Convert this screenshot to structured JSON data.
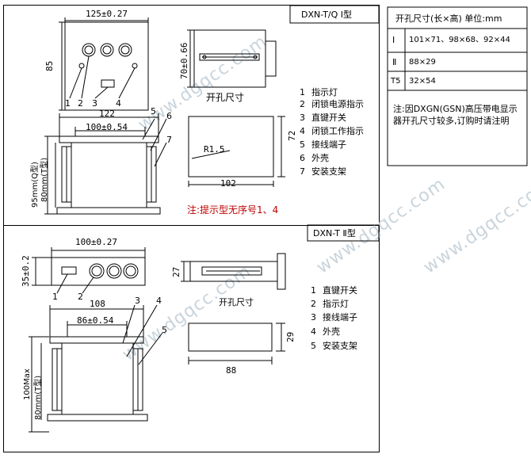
{
  "panel1": {
    "title": "DXN-T/Q Ⅰ型",
    "dims": {
      "top_width": "125±0.27",
      "left_height": "85",
      "side_height": "70±0.66",
      "mid_width": "100±0.54",
      "bottom_width": "122",
      "height_q": "95mm(Q型)",
      "height_t": "80mm(T型)"
    },
    "callouts": [
      "1",
      "2",
      "3",
      "4",
      "5",
      "6",
      "7"
    ],
    "cutout_label": "开孔尺寸",
    "cutout": {
      "width": "102",
      "height": "72",
      "radius": "R1.5"
    },
    "legend": [
      {
        "n": "1",
        "text": "指示灯"
      },
      {
        "n": "2",
        "text": "闭锁电源指示"
      },
      {
        "n": "3",
        "text": "直键开关"
      },
      {
        "n": "4",
        "text": "闭锁工作指示"
      },
      {
        "n": "5",
        "text": "接线端子"
      },
      {
        "n": "6",
        "text": "外壳"
      },
      {
        "n": "7",
        "text": "安装支架"
      }
    ],
    "note": "注:提示型无序号1、4"
  },
  "panel2": {
    "title": "DXN-T Ⅱ型",
    "dims": {
      "top_width": "100±0.27",
      "left_height": "35±0.2",
      "side_height": "27",
      "bottom_width": "108",
      "mid_width": "86±0.54",
      "height_max": "100Max",
      "height_80": "80mm(T型)"
    },
    "callouts": [
      "1",
      "2",
      "3",
      "4",
      "5"
    ],
    "cutout_label": "开孔尺寸",
    "cutout": {
      "width": "88",
      "height": "29"
    },
    "legend": [
      {
        "n": "1",
        "text": "直键开关"
      },
      {
        "n": "2",
        "text": "指示灯"
      },
      {
        "n": "3",
        "text": "接线端子"
      },
      {
        "n": "4",
        "text": "外壳"
      },
      {
        "n": "5",
        "text": "安装支架"
      }
    ]
  },
  "table": {
    "header": "开孔尺寸(长×高) 单位:mm",
    "rows": [
      {
        "type": "Ⅰ",
        "value": "101×71、98×68、92×44"
      },
      {
        "type": "Ⅱ",
        "value": "88×29"
      },
      {
        "type": "T5",
        "value": "32×54"
      }
    ],
    "note": "注:因DXGN(GSN)高压带电显示器开孔尺寸较多,订购时请注明"
  },
  "watermark": "www.dgqcc.com"
}
